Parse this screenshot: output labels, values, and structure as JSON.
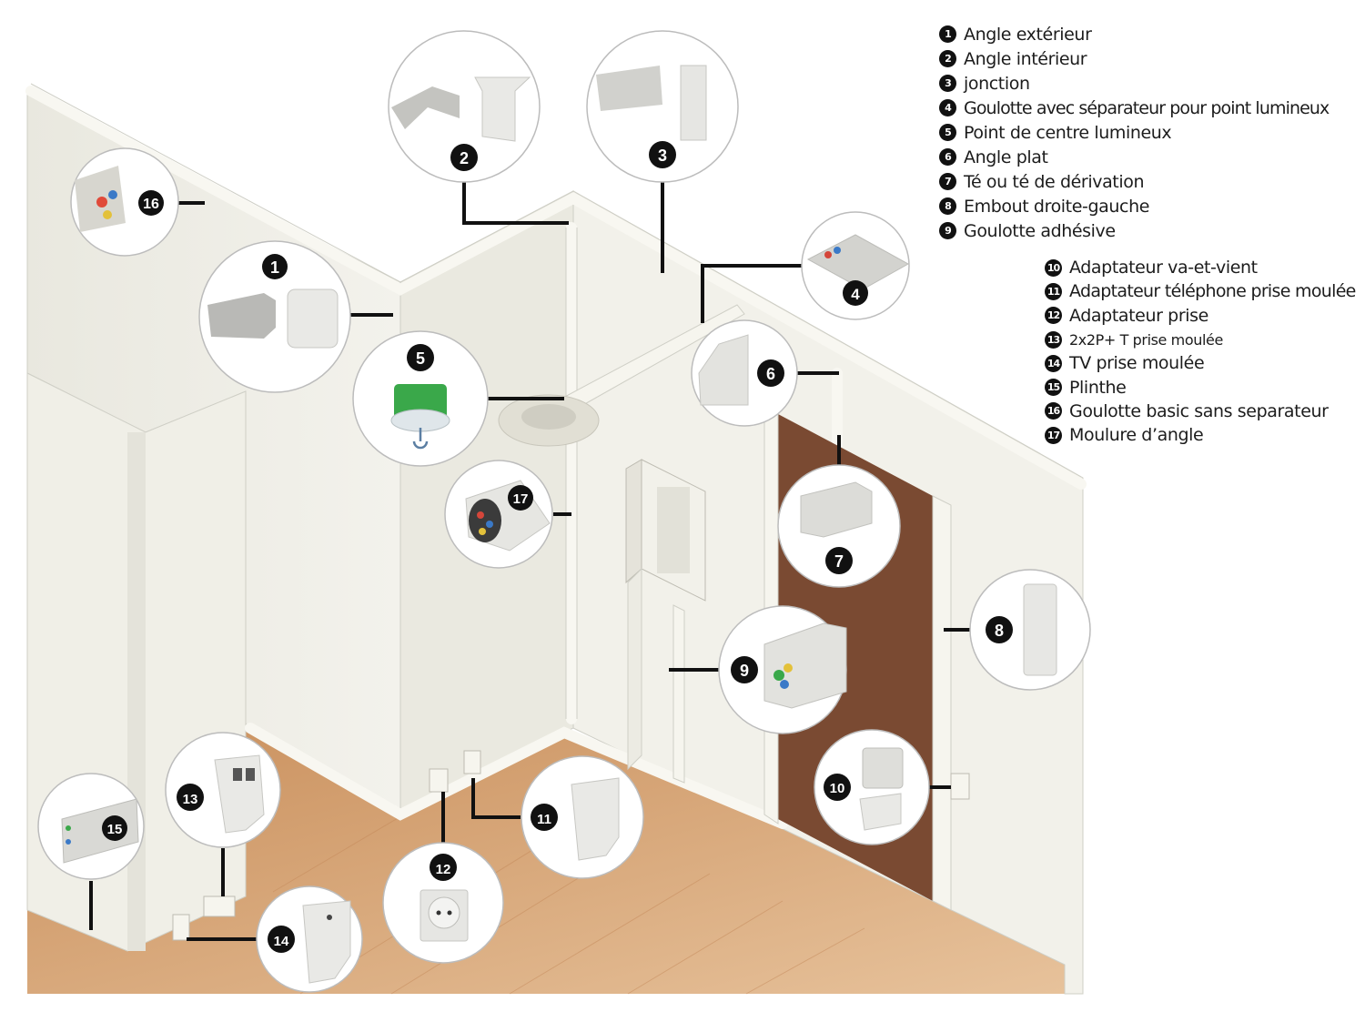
{
  "legend_top": [
    {
      "num": "1",
      "text": "Angle extérieur"
    },
    {
      "num": "2",
      "text": "Angle intérieur"
    },
    {
      "num": "3",
      "text": "jonction"
    },
    {
      "num": "4",
      "text": "Goulotte avec séparateur pour point lumineux"
    },
    {
      "num": "5",
      "text": "Point de centre lumineux"
    },
    {
      "num": "6",
      "text": "Angle plat"
    },
    {
      "num": "7",
      "text": "Té ou té de dérivation"
    },
    {
      "num": "8",
      "text": "Embout droite-gauche"
    },
    {
      "num": "9",
      "text": "Goulotte adhésive"
    }
  ],
  "legend_bottom": [
    {
      "num": "10",
      "text": "Adaptateur va-et-vient"
    },
    {
      "num": "11",
      "text": "Adaptateur téléphone prise moulée"
    },
    {
      "num": "12",
      "text": "Adaptateur prise"
    },
    {
      "num": "13",
      "text": "2x2P+ T prise moulée"
    },
    {
      "num": "14",
      "text": "TV prise moulée"
    },
    {
      "num": "15",
      "text": "Plinthe"
    },
    {
      "num": "16",
      "text": "Goulotte basic sans separateur"
    },
    {
      "num": "17",
      "text": "Moulure d’angle"
    }
  ],
  "colors": {
    "wall": "#efeee6",
    "wall_shade": "#e2e1d8",
    "floor": "#d9a676",
    "door": "#7a4a32",
    "trunking": "#f6f5ee",
    "callout_line": "#111111",
    "badge": "#111111",
    "box_green": "#3aa84a"
  }
}
